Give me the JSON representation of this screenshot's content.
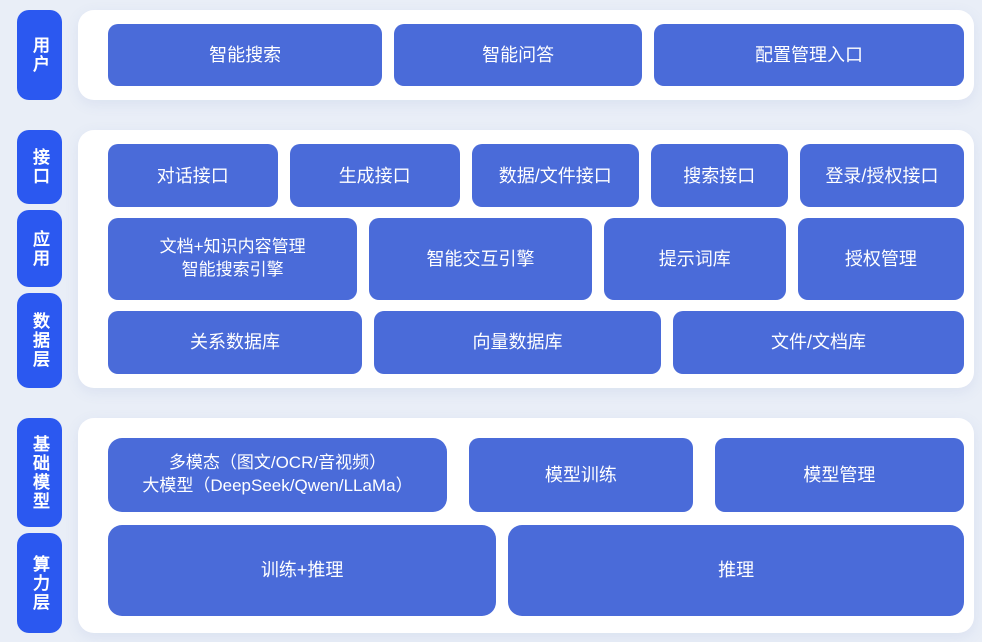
{
  "palette": {
    "label_blue": "#2b58f0",
    "button_blue": "#4a6bd9",
    "page_bg": "#e9eef7",
    "panel_bg": "#ffffff",
    "text_white": "#ffffff"
  },
  "sections": [
    {
      "name": "user-layer",
      "labels": [
        "用户"
      ],
      "rows": [
        [
          "智能搜索",
          "智能问答",
          "配置管理入口"
        ]
      ]
    },
    {
      "name": "interface-application-data-layer",
      "labels": [
        "接口",
        "应用",
        "数据层"
      ],
      "rows": [
        [
          "对话接口",
          "生成接口",
          "数据/文件接口",
          "搜索接口",
          "登录/授权接口"
        ],
        [
          "文档+知识内容管理\n智能搜索引擎",
          "智能交互引擎",
          "提示词库",
          "授权管理"
        ],
        [
          "关系数据库",
          "向量数据库",
          "文件/文档库"
        ]
      ]
    },
    {
      "name": "foundation-model-compute-layer",
      "labels": [
        "基础模型",
        "算力层"
      ],
      "rows": [
        [
          "多模态（图文/OCR/音视频）\n大模型（DeepSeek/Qwen/LLaMa）",
          "模型训练",
          "模型管理"
        ],
        [
          "训练+推理",
          "推理"
        ]
      ]
    }
  ]
}
